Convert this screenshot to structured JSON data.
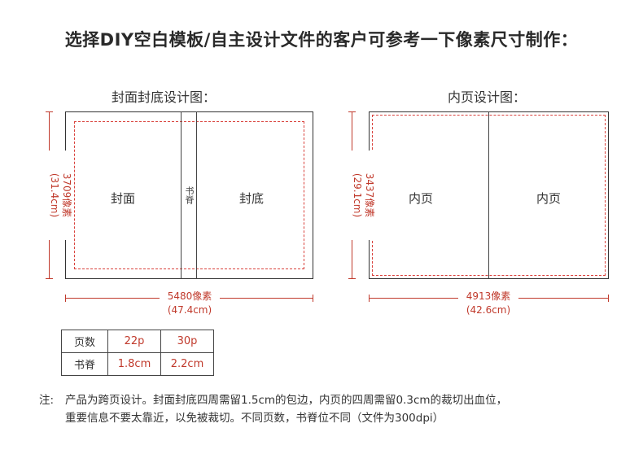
{
  "title": "选择DIY空白模板/自主设计文件的客户可参考一下像素尺寸制作：",
  "cover": {
    "heading": "封面封底设计图：",
    "front_label": "封面",
    "spine_label": "书脊",
    "back_label": "封底",
    "width_px": "5480像素",
    "width_cm": "(47.4cm)",
    "height_px": "3709像素",
    "height_cm": "(31.4cm)"
  },
  "inner": {
    "heading": "内页设计图：",
    "left_label": "内页",
    "right_label": "内页",
    "width_px": "4913像素",
    "width_cm": "(42.6cm)",
    "height_px": "3437像素",
    "height_cm": "(29.1cm)"
  },
  "spec_table": {
    "rows": [
      {
        "label": "页数",
        "a": "22p",
        "b": "30p"
      },
      {
        "label": "书脊",
        "a": "1.8cm",
        "b": "2.2cm"
      }
    ]
  },
  "note": {
    "prefix": "注:",
    "line1": "产品为跨页设计。封面封底四周需留1.5cm的包边，内页的四周需留0.3cm的裁切出血位，",
    "line2": "重要信息不要太靠近，以免被裁切。不同页数，书脊位不同（文件为300dpi）"
  },
  "colors": {
    "accent_red": "#c0392b",
    "dashed_red": "#d9413b",
    "line": "#333333"
  }
}
